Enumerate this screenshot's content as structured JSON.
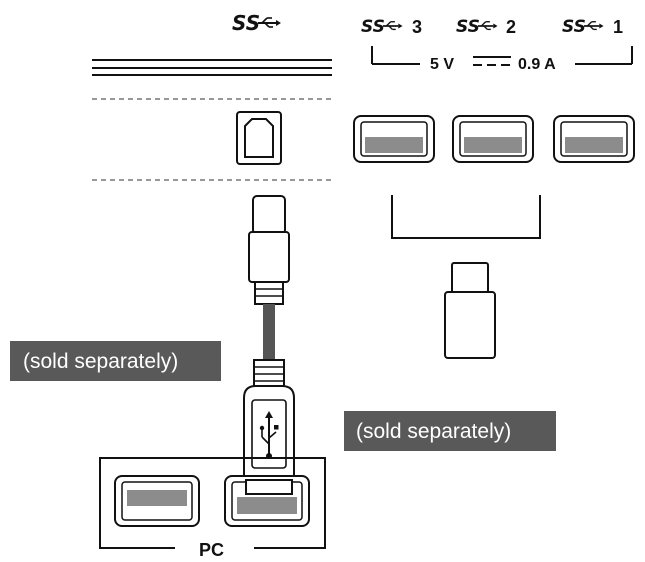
{
  "ss_logo": "SS",
  "ports": [
    {
      "number": "3"
    },
    {
      "number": "2"
    },
    {
      "number": "1"
    }
  ],
  "power_voltage": "5 V",
  "power_current": "0.9 A",
  "sold_separately_cable": "(sold separately)",
  "sold_separately_device": "(sold separately)",
  "pc_label": "PC",
  "icons": [
    "superspeed-usb-icon",
    "usb-trident-icon",
    "dc-symbol-icon"
  ],
  "colors": {
    "line": "#111111",
    "port_fill": "#8c8c8c",
    "tag_bg": "#595959",
    "tag_text": "#ffffff"
  }
}
